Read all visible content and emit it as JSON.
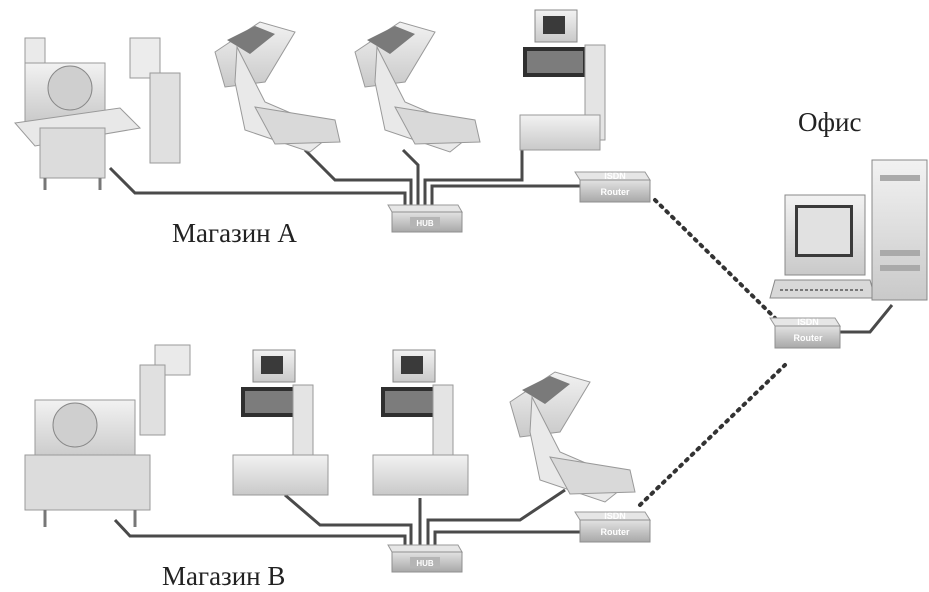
{
  "labels": {
    "office": "Офис",
    "store_a": "Магазин A",
    "store_b": "Магазин B"
  },
  "devices": {
    "router_line1": "ISDN",
    "router_line2": "Router",
    "hub": "HUB"
  },
  "colors": {
    "cable": "#4a4a4a",
    "dotted_link": "#333333",
    "device_body": "#d8d8d8",
    "device_shadow": "#a9a9a9",
    "device_badge": "#b5b5b5",
    "screen": "#3a3a3a"
  },
  "icons": [
    "slicer-machine-icon",
    "counter-scale-icon",
    "tower-scale-icon",
    "hub-icon",
    "isdn-router-icon",
    "office-computer-icon"
  ]
}
